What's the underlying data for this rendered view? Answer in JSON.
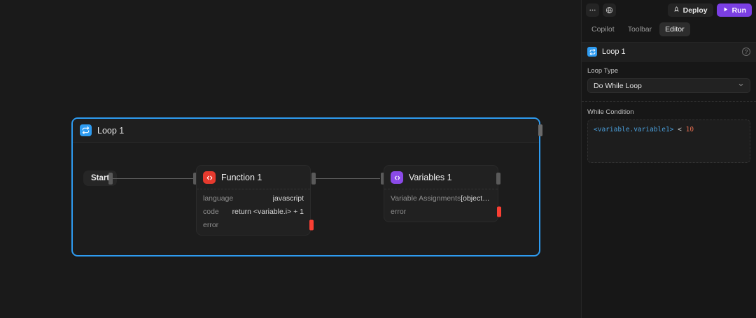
{
  "canvas": {
    "loop": {
      "title": "Loop 1",
      "icon": "loop-icon",
      "start_label": "Start",
      "nodes": [
        {
          "name": "Function 1",
          "icon": "code-icon",
          "accent": "#e63a2e",
          "rows": [
            {
              "key": "language",
              "value": "javascript",
              "error": false
            },
            {
              "key": "code",
              "value": "return <variable.i> + 1",
              "error": false
            },
            {
              "key": "error",
              "value": "",
              "error": true
            }
          ]
        },
        {
          "name": "Variables 1",
          "icon": "code-icon",
          "accent": "#8b4ae8",
          "rows": [
            {
              "key": "Variable Assignments",
              "value": "[object Obje...",
              "error": false
            },
            {
              "key": "error",
              "value": "",
              "error": true
            }
          ]
        }
      ]
    }
  },
  "panel": {
    "topbar": {
      "more_label": "•••",
      "more_icon": "ellipsis-icon",
      "globe_icon": "globe-icon",
      "deploy_label": "Deploy",
      "deploy_icon": "rocket-icon",
      "run_label": "Run",
      "run_icon": "play-icon"
    },
    "tabs": [
      {
        "label": "Copilot",
        "active": false
      },
      {
        "label": "Toolbar",
        "active": false
      },
      {
        "label": "Editor",
        "active": true
      }
    ],
    "header": {
      "title": "Loop 1",
      "icon": "loop-icon",
      "help_icon": "help-circle-icon",
      "help_glyph": "?"
    },
    "fields": {
      "loop_type_label": "Loop Type",
      "loop_type_value": "Do While Loop",
      "loop_type_chevron": "chevron-down-icon",
      "while_condition_label": "While Condition",
      "while_condition_code": {
        "variable": "<variable.variable1>",
        "operator": "<",
        "number": "10"
      }
    }
  },
  "colors": {
    "accent_blue": "#2e9bf0",
    "run_purple": "#7b3fe4",
    "error_red": "#fa3f33",
    "canvas_bg": "#1a1a1a",
    "panel_bg": "#171717"
  }
}
